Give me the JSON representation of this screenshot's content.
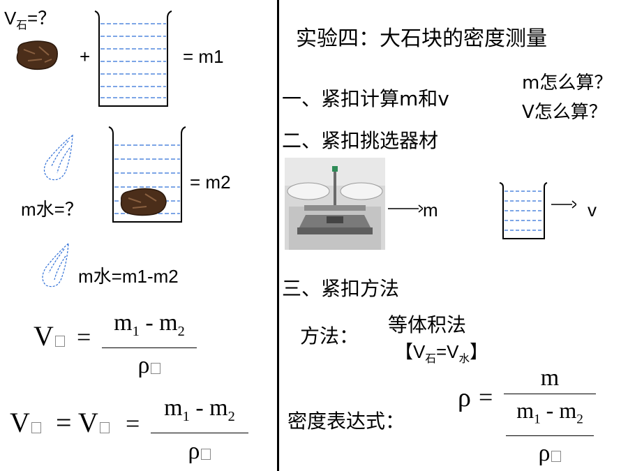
{
  "left": {
    "v_stone_question": {
      "prefix": "V",
      "sub": "石",
      "suffix": "=？"
    },
    "plus_sign": "+",
    "eq_m1": "= m1",
    "eq_m2": "=  m2",
    "m_water_question": "m水=？",
    "m_water_formula": "m水=m1-m2",
    "formula1": {
      "lhs": "V",
      "eq": "=",
      "num": "m",
      "num_sub1": "1",
      "num_mid": " - m",
      "num_sub2": "2",
      "den": "ρ"
    },
    "formula2": {
      "lhs": "V",
      "eq1": "= V",
      "eq2": "=",
      "num": "m",
      "num_sub1": "1",
      "num_mid": " - m",
      "num_sub2": "2",
      "den": "ρ"
    }
  },
  "right": {
    "title": "实验四：大石块的密度测量",
    "item1": "一、紧扣计算m和v",
    "q_m": "m怎么算？",
    "q_v": "V怎么算？",
    "item2": "二、紧扣挑选器材",
    "arrow_m_label": "m",
    "arrow_v_label": "v",
    "item3": "三、紧扣方法",
    "method_label": "方法：",
    "method_name": "等体积法",
    "method_eq": {
      "open": "【V",
      "sub1": "石",
      "mid": "=V",
      "sub2": "水",
      "close": "】"
    },
    "density_label": "密度表达式：",
    "density_formula": {
      "lhs": "ρ",
      "eq": "=",
      "num": "m",
      "den_num": "m",
      "den_sub1": "1",
      "den_mid": " - m",
      "den_sub2": "2",
      "den_den": "ρ"
    }
  },
  "colors": {
    "water_dash": "#2f6fd6",
    "rock": "#5a3a22",
    "balance_bg": "#d8d8d8"
  }
}
